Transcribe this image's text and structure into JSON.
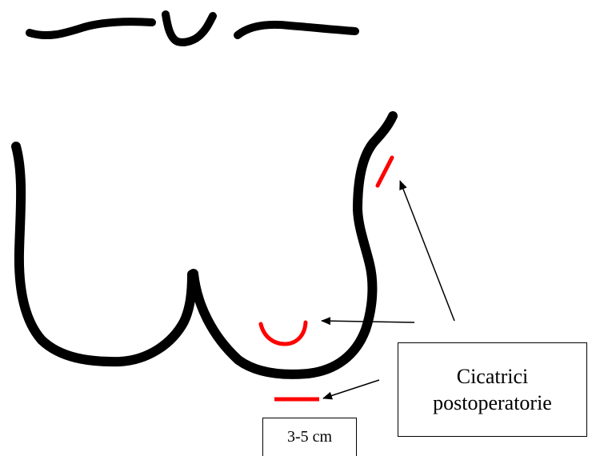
{
  "callout": {
    "line1": "Cicatrici",
    "line2": "postoperatorie"
  },
  "measurement": {
    "label": "3-5 cm"
  },
  "colors": {
    "outline": "#000000",
    "scar": "#ff0000",
    "arrow": "#000000"
  }
}
